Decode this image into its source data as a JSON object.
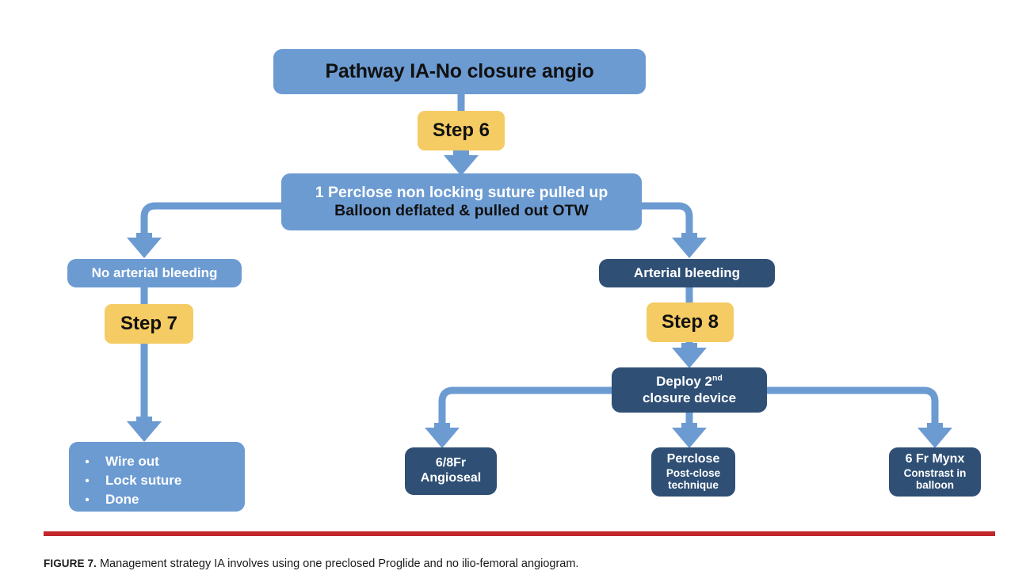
{
  "figure": {
    "caption_label": "FIGURE 7.",
    "caption_text": " Management strategy IA involves using one preclosed Proglide and no ilio-femoral angiogram.",
    "rule_color": "#c1272d"
  },
  "colors": {
    "light_blue": "#6c9bd2",
    "dark_navy": "#2f4f75",
    "yellow": "#f5cb63",
    "connector": "#6c9bd2",
    "white_text": "#ffffff",
    "black_text": "#111111"
  },
  "flowchart": {
    "type": "flowchart",
    "title_node": {
      "label": "Pathway IA-No closure angio"
    },
    "step6": {
      "label": "Step 6"
    },
    "procedure_node": {
      "line1": "1 Perclose non locking suture pulled up",
      "line2": "Balloon deflated & pulled out OTW"
    },
    "branch_left": {
      "label": "No arterial bleeding"
    },
    "step7": {
      "label": "Step 7"
    },
    "outcome_bullets": {
      "bullet_glyph": "•",
      "items": [
        "Wire out",
        "Lock suture",
        "Done"
      ]
    },
    "branch_right": {
      "label": "Arterial bleeding"
    },
    "step8": {
      "label": "Step 8"
    },
    "deploy_node": {
      "line1_pre": "Deploy 2",
      "line1_sup": "nd",
      "line2": "closure device"
    },
    "devices": [
      {
        "title": "6/8Fr",
        "sub_line1": "Angioseal",
        "sub_line2": ""
      },
      {
        "title": "Perclose",
        "sub_line1": "Post-close",
        "sub_line2": "technique"
      },
      {
        "title": "6 Fr Mynx",
        "sub_line1": "Constrast in",
        "sub_line2": "balloon"
      }
    ]
  }
}
